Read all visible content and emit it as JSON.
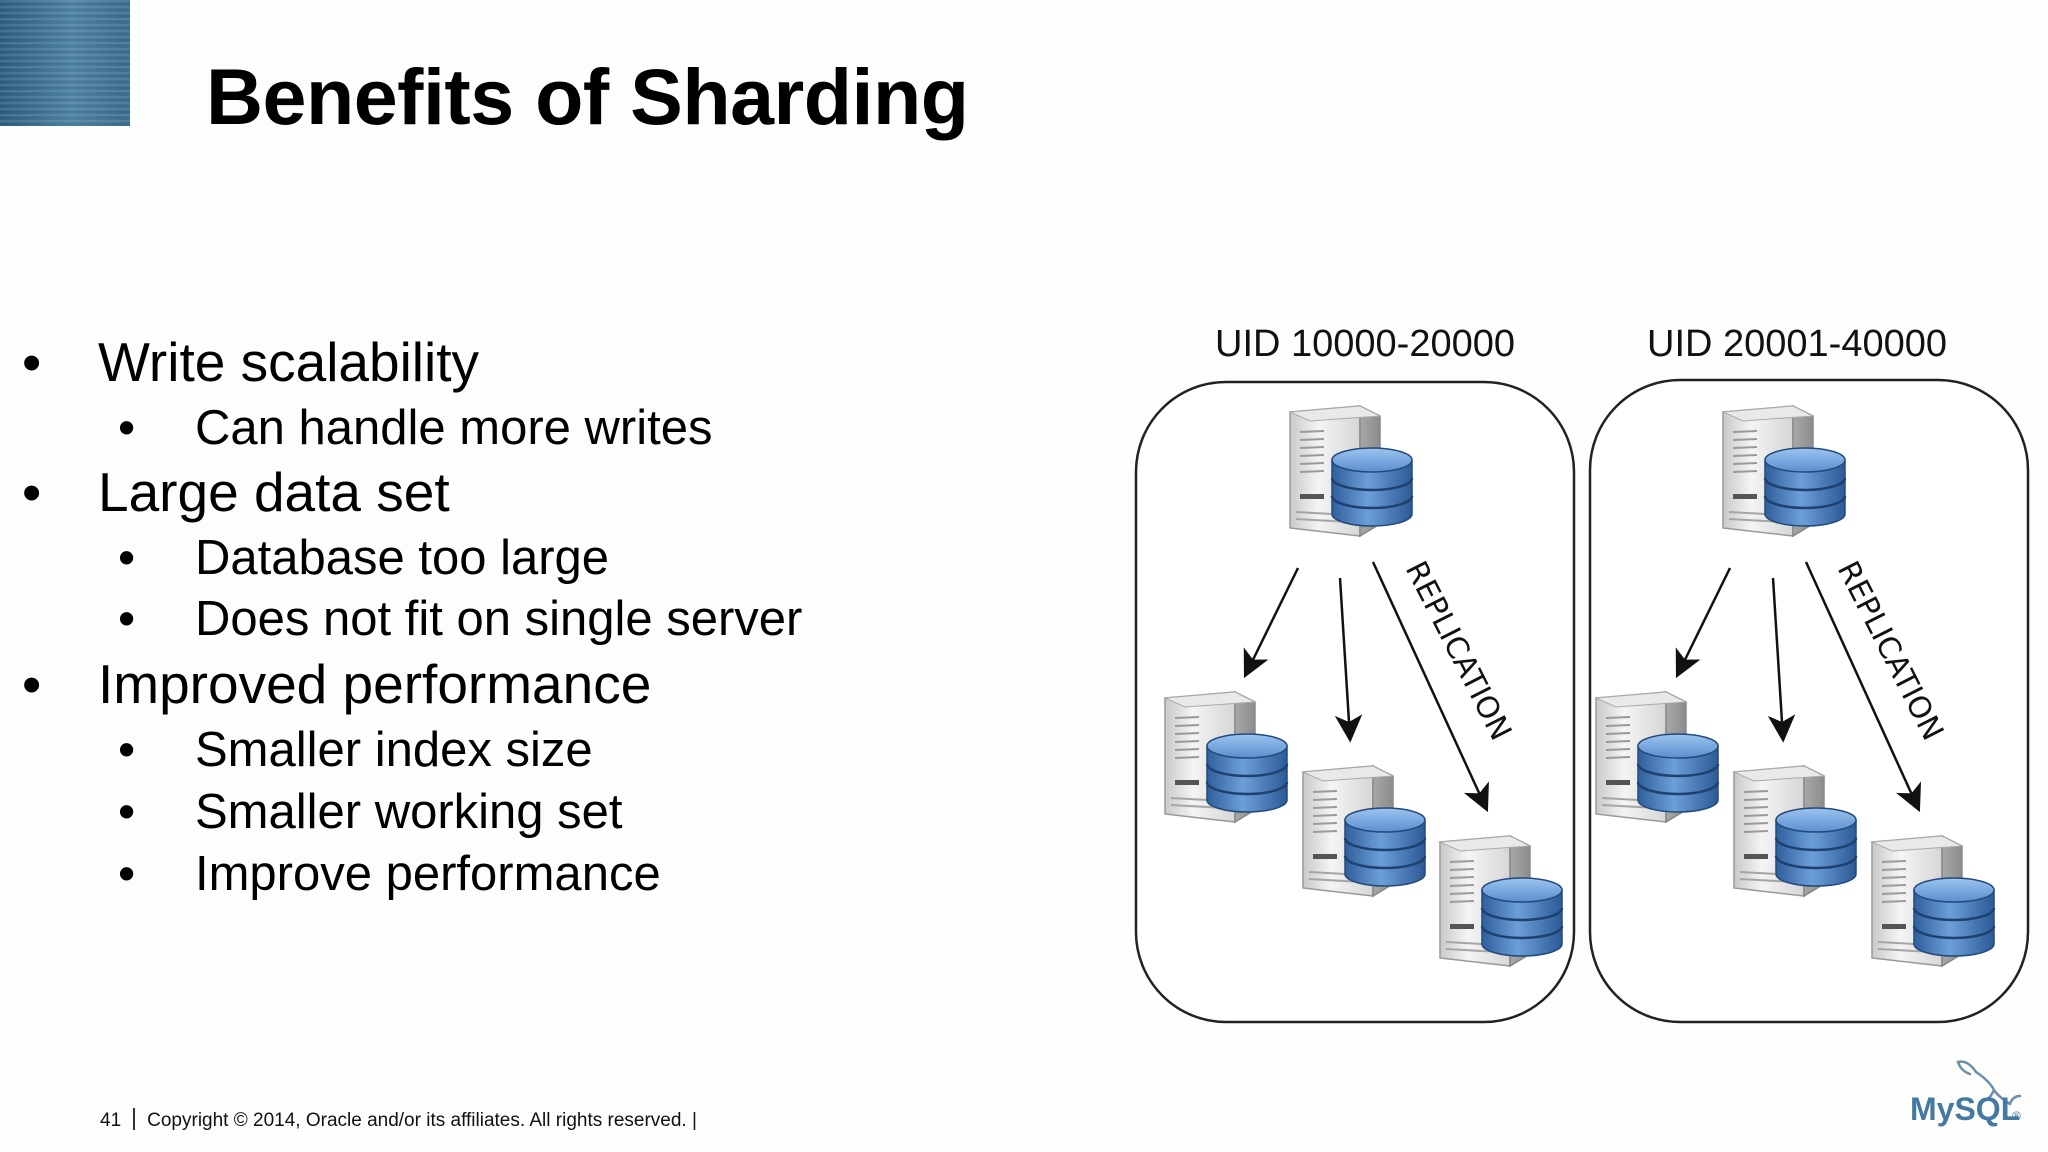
{
  "slide": {
    "title": "Benefits of Sharding",
    "bullet_symbol": "•",
    "bullets": [
      {
        "text": "Write scalability",
        "sub": [
          "Can handle more writes"
        ]
      },
      {
        "text": "Large data set",
        "sub": [
          "Database too large",
          "Does not fit on single server"
        ]
      },
      {
        "text": "Improved performance",
        "sub": [
          "Smaller index size",
          "Smaller working set",
          "Improve performance"
        ]
      }
    ]
  },
  "diagram": {
    "shards": [
      {
        "label": "UID 10000-20000",
        "arrow_label": "REPLICATION"
      },
      {
        "label": "UID 20001-40000",
        "arrow_label": "REPLICATION"
      }
    ],
    "icons": [
      "server-icon",
      "database-icon",
      "arrow-icon"
    ]
  },
  "footer": {
    "page_number": "41",
    "copyright": "Copyright © 2014, Oracle and/or its affiliates. All rights reserved.",
    "trailing": "|"
  },
  "logo": {
    "text": "MySQL",
    "trademark": "®"
  },
  "colors": {
    "corner_decor": "#3b6d8f",
    "db_blue": "#4a7fc0",
    "logo_blue": "#4479a1",
    "logo_orange": "#e48e00"
  }
}
